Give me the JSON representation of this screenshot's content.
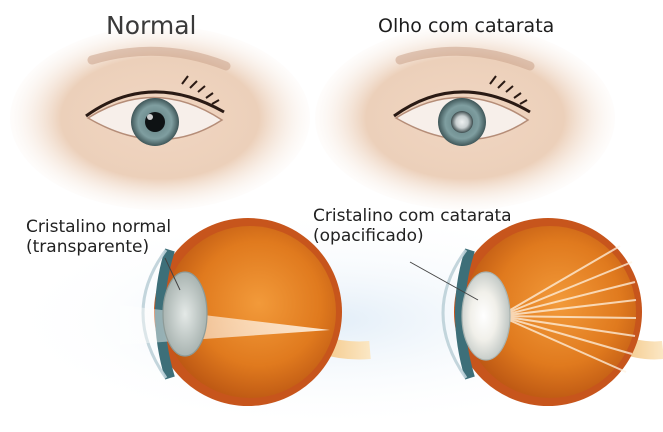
{
  "titles": {
    "normal": "Normal",
    "cataract": "Olho com catarata"
  },
  "captions": {
    "normal_line1": "Cristalino normal",
    "normal_line2": "(transparente)",
    "cataract_line1": "Cristalino com catarata",
    "cataract_line2": "(opacificado)"
  },
  "colors": {
    "skin": "#ecd0ba",
    "iris": "#6f8f92",
    "pupil": "#0e1214",
    "cataract_haze": "#d9dee0",
    "sclera_wall": "#c7551c",
    "eyeball_interior": "#e07a1e",
    "lens_clear": "#cfd6d4",
    "lens_opaque": "#f2f2ee",
    "optic_nerve": "#f0c57a"
  }
}
